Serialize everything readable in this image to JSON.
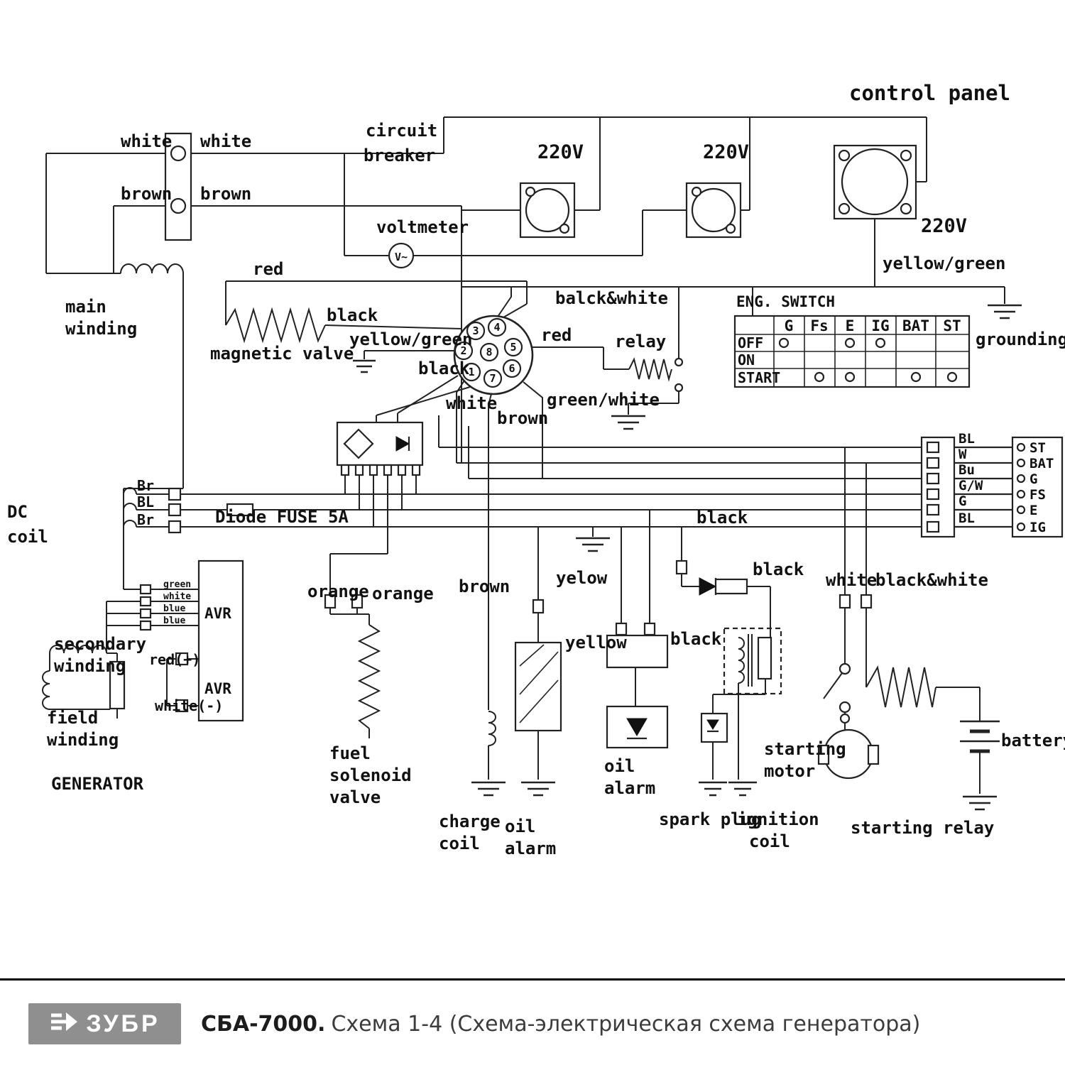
{
  "footer": {
    "logo_text": "ЗУБР",
    "model": "СБА-7000.",
    "caption": "Схема 1-4 (Схема-электрическая схема генератора)"
  },
  "eng_switch": {
    "title": "ENG. SWITCH",
    "columns": [
      "G",
      "Fs",
      "E",
      "IG",
      "BAT",
      "ST"
    ],
    "rows": [
      "OFF",
      "ON",
      "START"
    ]
  },
  "connector_pins": [
    "3",
    "4",
    "2",
    "8",
    "5",
    "1",
    "7",
    "6"
  ],
  "right_connector": {
    "wire_labels": [
      "BL",
      "W",
      "Bu",
      "G/W",
      "G",
      "BL"
    ],
    "terminal_labels": [
      "ST",
      "BAT",
      "G",
      "FS",
      "E",
      "IG"
    ]
  },
  "avr_pins": [
    "green",
    "white",
    "blue",
    "blue"
  ],
  "labels": {
    "control_panel": "control panel",
    "white_l": "white",
    "white_r": "white",
    "brown_l": "brown",
    "brown_r": "brown",
    "circuit": "circuit",
    "breaker": "breaker",
    "voltmeter": "voltmeter",
    "voltmeter_symbol": "V~",
    "v220_1": "220V",
    "v220_2": "220V",
    "v220_3": "220V",
    "yellow_green_r": "yellow/green",
    "grounding": "grounding",
    "balck_white": "balck&white",
    "relay": "relay",
    "red_top": "red",
    "black_top": "black",
    "magnetic_valve": "magnetic valve",
    "yellow_green_c": "yellow/green",
    "black_c": "black",
    "white_c": "white",
    "red_c": "red",
    "green_white": "green/white",
    "brown_c": "brown",
    "main_1": "main",
    "main_2": "winding",
    "dc_1": "DC",
    "dc_2": "coil",
    "br_a": "Br",
    "bl_a": "BL",
    "br_b": "Br",
    "diode_fuse": "Diode FUSE 5A",
    "black_bus": "black",
    "orange_l": "orange",
    "orange_r": "orange",
    "brown_lo": "brown",
    "yelow": "yelow",
    "yellow": "yellow",
    "black_ign": "black",
    "black_diode": "black",
    "white_lo": "white",
    "black_white_lo": "black&white",
    "avr_1": "AVR",
    "avr_2": "AVR",
    "secondary_1": "secondary",
    "secondary_2": "winding",
    "red_plus": "red(+)",
    "white_minus": "white(-)",
    "field_1": "field",
    "field_2": "winding",
    "generator": "GENERATOR",
    "fuel_1": "fuel",
    "fuel_2": "solenoid",
    "fuel_3": "valve",
    "charge_1": "charge",
    "charge_2": "coil",
    "oil_a_1": "oil",
    "oil_a_2": "alarm",
    "oil_b_1": "oil",
    "oil_b_2": "alarm",
    "spark_plug": "spark plug",
    "ignition_1": "ignition",
    "ignition_2": "coil",
    "starting_1": "starting",
    "starting_2": "motor",
    "starting_relay": "starting relay",
    "battery": "battery"
  }
}
